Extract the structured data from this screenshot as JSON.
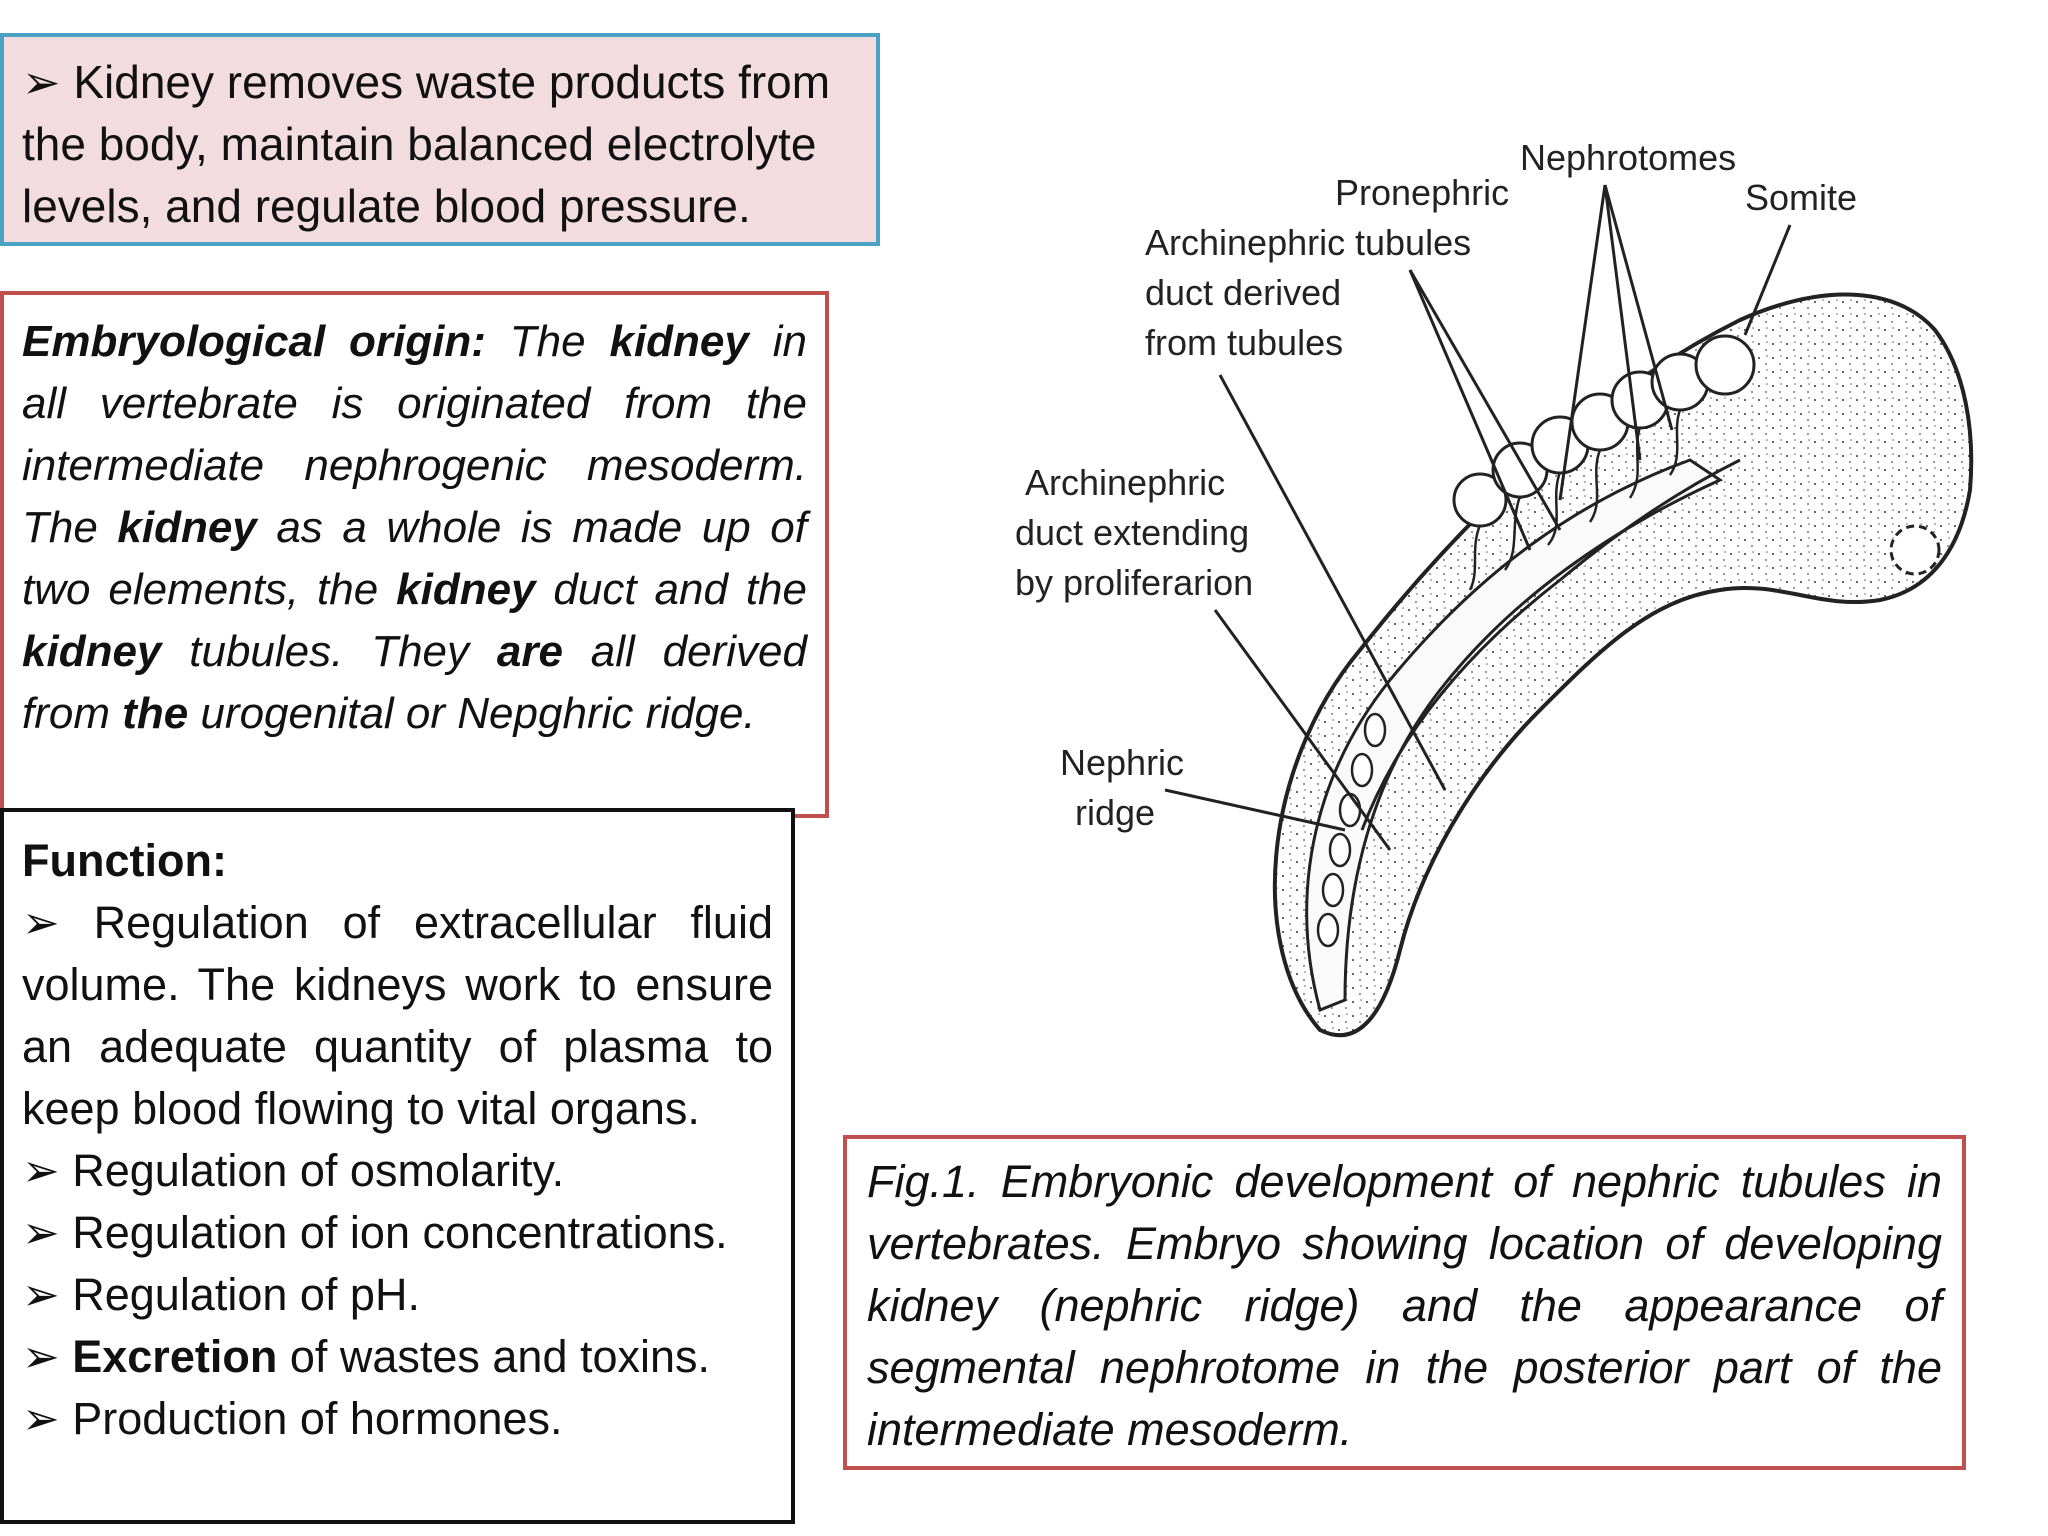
{
  "intro": {
    "bullet_symbol": "➢",
    "text": "Kidney removes waste products from the body, maintain balanced electrolyte levels, and regulate blood pressure."
  },
  "origin": {
    "label": "Embryological origin:",
    "t1": " The ",
    "b1": "kidney",
    "t2": " in all vertebrate is originated from the intermediate nephrogenic mesoderm. The ",
    "b2": "kidney",
    "t3": " as a whole is made up of two elements, the ",
    "b3": "kidney",
    "t4": " duct and the ",
    "b4": "kidney",
    "t5": " tubules. They ",
    "b5": "are",
    "t6": " all derived from ",
    "b6": "the",
    "t7": " urogenital or Nepghric ridge."
  },
  "function": {
    "title": "Function:",
    "bullet_symbol": "➢",
    "items": [
      "Regulation of extracellular fluid volume. The kidneys work to ensure an adequate quantity of plasma to keep blood flowing to vital organs.",
      "Regulation of osmolarity.",
      "Regulation of ion concentrations.",
      "Regulation of pH."
    ],
    "excretion_bold": "Excretion",
    "excretion_rest": " of wastes and toxins.",
    "last_item": "Production of hormones."
  },
  "diagram": {
    "labels": {
      "nephrotomes": "Nephrotomes",
      "pronephric_1": "Pronephric",
      "pronephric_2": "tubules",
      "somite": "Somite",
      "arch_derived_1": "Archinephric",
      "arch_derived_2": "duct derived",
      "arch_derived_3": "from tubules",
      "arch_ext_1": "Archinephric",
      "arch_ext_2": "duct extending",
      "arch_ext_3": "by proliferarion",
      "nephric_1": "Nephric",
      "nephric_2": "ridge"
    }
  },
  "caption": {
    "text": "Fig.1. Embryonic development of nephric tubules in vertebrates. Embryo showing location of developing kidney (nephric ridge) and the appearance of segmental nephrotome in the posterior part of the intermediate mesoderm."
  }
}
